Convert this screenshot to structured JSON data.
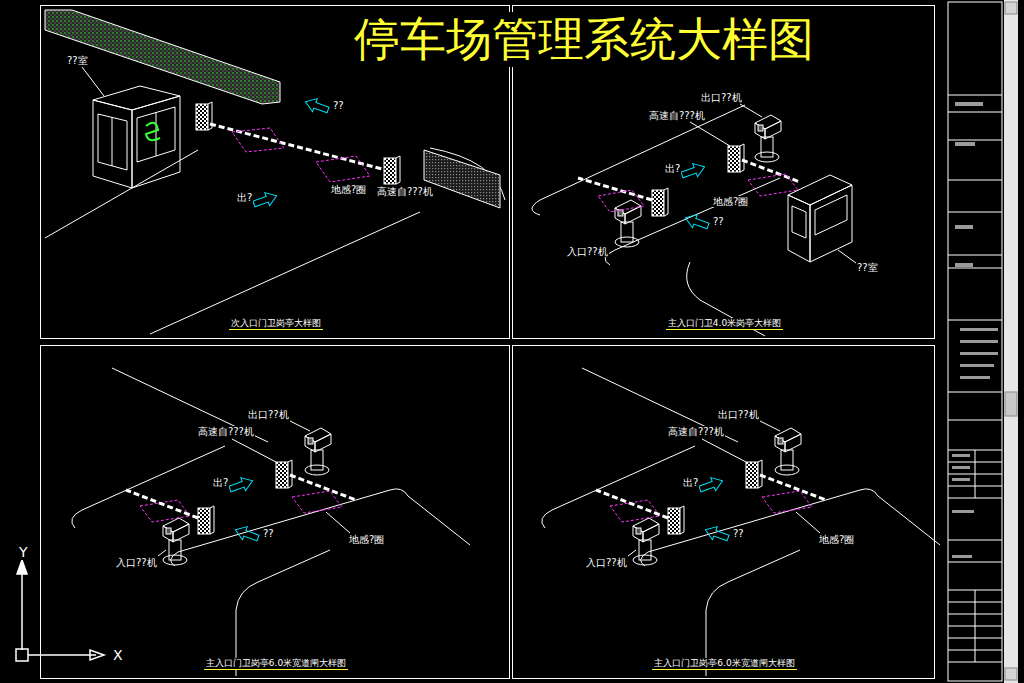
{
  "diagram": {
    "title": "停车场管理系统大样图",
    "nodes": [
      {
        "text": [
          "次入口门卫岗亭大样图"
        ]
      },
      {
        "text": [
          "主入口门卫4.0米岗亭大样图"
        ]
      },
      {
        "text": [
          "主入口门卫岗亭6.0米宽道闸大样图"
        ]
      },
      {
        "text": [
          "主入口门卫岗亭6.0米宽道闸大样图"
        ]
      }
    ],
    "labels": [
      "??室",
      "??",
      "出?",
      "地感?圈",
      "高速自???机",
      "出口??机",
      "高速自???机",
      "出?",
      "地感?圈",
      "??",
      "入口??机",
      "??室",
      "出口??机",
      "高速自???机",
      "出?",
      "??",
      "地感?圈",
      "入口??机",
      "出口??机",
      "高速自???机",
      "出?",
      "??",
      "地感?圈",
      "入口??机",
      "Y",
      "X"
    ]
  }
}
